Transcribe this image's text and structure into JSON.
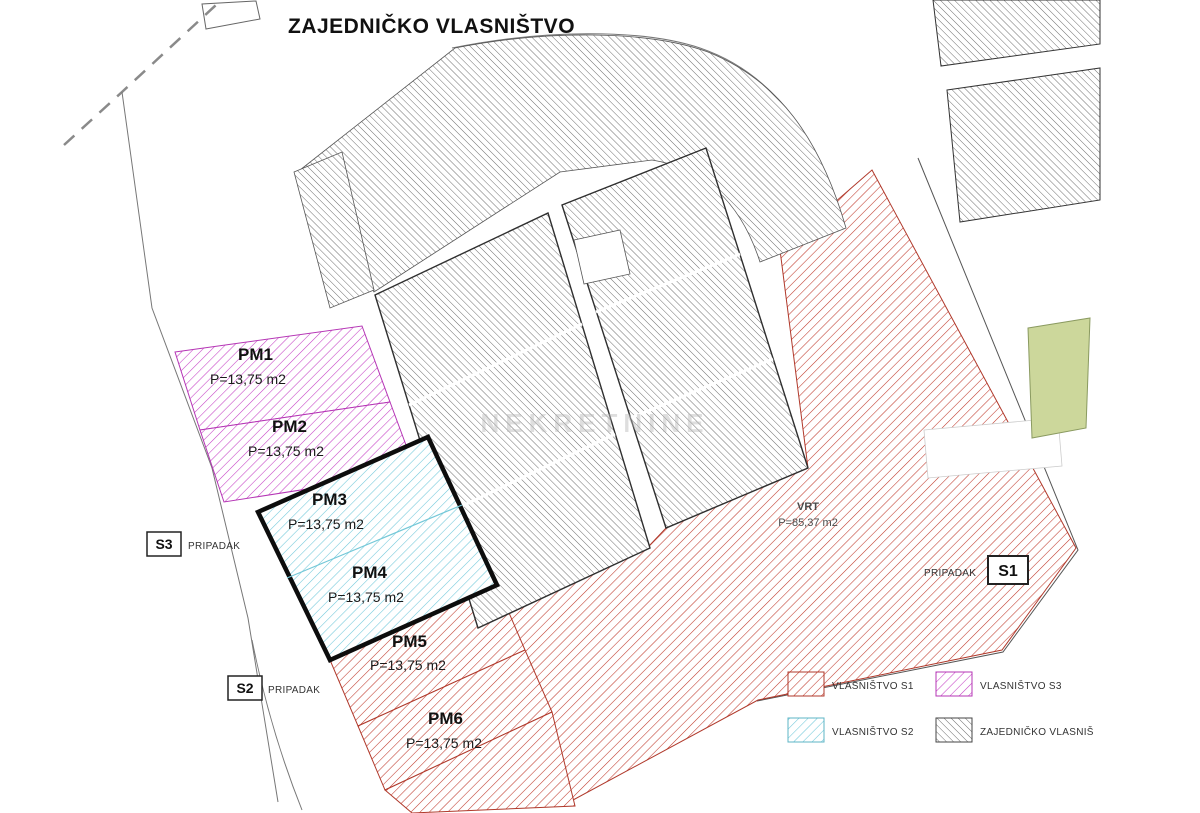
{
  "title": "ZAJEDNIČKO VLASNIŠTVO",
  "watermark": "NEKRETNINE",
  "parking": [
    {
      "id": "PM1",
      "area": "P=13,75 m2"
    },
    {
      "id": "PM2",
      "area": "P=13,75 m2"
    },
    {
      "id": "PM3",
      "area": "P=13,75 m2"
    },
    {
      "id": "PM4",
      "area": "P=13,75 m2"
    },
    {
      "id": "PM5",
      "area": "P=13,75 m2"
    },
    {
      "id": "PM6",
      "area": "P=13,75 m2"
    }
  ],
  "garden": {
    "id": "VRT",
    "area": "P=85,37 m2"
  },
  "markers": {
    "s3": {
      "code": "S3",
      "label": "PRIPADAK"
    },
    "s2": {
      "code": "S2",
      "label": "PRIPADAK"
    },
    "s1": {
      "code": "S1",
      "label": "PRIPADAK"
    }
  },
  "legend": {
    "s1": {
      "label": "VLASNIŠTVO S1",
      "hatch_color": "#c0392b"
    },
    "s3": {
      "label": "VLASNIŠTVO S3",
      "hatch_color": "#c53fc5"
    },
    "s2": {
      "label": "VLASNIŠTVO S2",
      "hatch_color": "#6fc8da"
    },
    "common": {
      "label": "ZAJEDNIČKO VLASNIŠ",
      "hatch_color": "#4a4a4a"
    }
  },
  "colors": {
    "garden_fill": "#ccd79b",
    "garden_stroke": "#8a9a60"
  }
}
